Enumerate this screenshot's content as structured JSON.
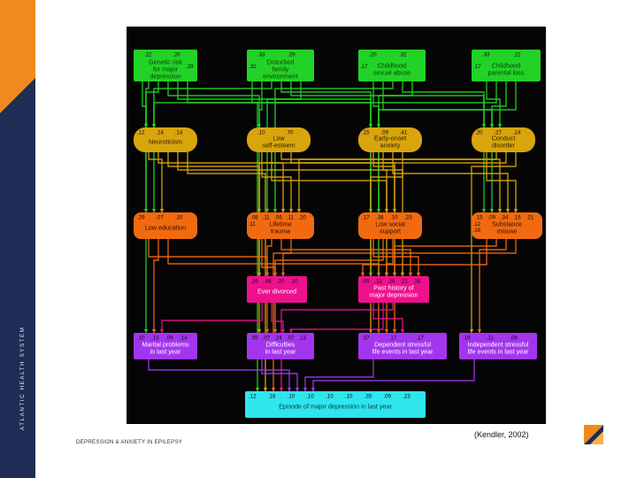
{
  "brand": {
    "vertical_text": "ATLANTIC HEALTH SYSTEM",
    "sidebar_color": "#1f2c55",
    "accent_color": "#f08a1c",
    "logo_icon": "atlantic-health-logo-icon"
  },
  "footer": {
    "title": "DEPRESSION & ANXIETY IN EPILEPSY",
    "citation": "(Kendler, 2002)"
  },
  "diagram": {
    "background": "#050505",
    "colors": {
      "green": "#22d226",
      "gold": "#d9a50c",
      "orange": "#f26a10",
      "magenta": "#ee108c",
      "purple": "#a335ee",
      "cyan": "#2fe5ee"
    },
    "nodes": [
      {
        "id": "genetic",
        "group": "green",
        "label": [
          "Genetic risk",
          "for major",
          "depression"
        ],
        "coefs": [
          ".22",
          ".20",
          ".29"
        ]
      },
      {
        "id": "family",
        "group": "green",
        "label": [
          "Disturbed",
          "family",
          "environment"
        ],
        "coefs": [
          ".33",
          ".29",
          ".32"
        ]
      },
      {
        "id": "sexual",
        "group": "green",
        "label": [
          "Childhood",
          "sexual abuse"
        ],
        "coefs": [
          ".20",
          ".32",
          ".17"
        ]
      },
      {
        "id": "parental",
        "group": "green",
        "label": [
          "Childhood",
          "parental loss"
        ],
        "coefs": [
          ".33",
          ".22",
          ".17"
        ]
      },
      {
        "id": "neuroticism",
        "group": "gold",
        "label": [
          "Neuroticism"
        ],
        "coefs": [
          ".12",
          ".24",
          ".14"
        ]
      },
      {
        "id": "selfesteem",
        "group": "gold",
        "label": [
          "Low",
          "self-esteem"
        ],
        "coefs": [
          ".10",
          ".70"
        ]
      },
      {
        "id": "anxiety",
        "group": "gold",
        "label": [
          "Early-onset",
          "anxiety"
        ],
        "coefs": [
          ".15",
          ".09",
          ".41"
        ]
      },
      {
        "id": "conduct",
        "group": "gold",
        "label": [
          "Conduct",
          "disorder"
        ],
        "coefs": [
          ".20",
          ".27",
          ".14"
        ]
      },
      {
        "id": "education",
        "group": "orange",
        "label": [
          "Low education"
        ],
        "coefs": [
          ".29",
          ".07",
          ".10"
        ]
      },
      {
        "id": "trauma",
        "group": "orange",
        "label": [
          "Lifetime",
          "trauma"
        ],
        "coefs": [
          ".08",
          ".11",
          ".06",
          ".11",
          ".20",
          ".11"
        ]
      },
      {
        "id": "social",
        "group": "orange",
        "label": [
          "Low social",
          "support"
        ],
        "coefs": [
          ".17",
          ".38",
          ".10",
          ".23"
        ]
      },
      {
        "id": "substance",
        "group": "orange",
        "label": [
          "Substance",
          "misuse"
        ],
        "coefs": [
          ".15",
          ".09",
          ".34",
          ".16",
          ".21",
          ".12",
          ".16"
        ]
      },
      {
        "id": "divorced",
        "group": "magenta",
        "label": [
          "Ever divorced"
        ],
        "coefs": [
          ".16",
          ".08",
          ".20",
          ".10"
        ]
      },
      {
        "id": "pastmd",
        "group": "magenta",
        "label": [
          "Past history of",
          "major depression"
        ],
        "coefs": [
          ".09",
          ".13",
          ".26",
          ".21",
          ".16"
        ]
      },
      {
        "id": "marital",
        "group": "purple",
        "label": [
          "Marital problems",
          "in last year"
        ],
        "coefs": [
          ".10",
          ".13",
          ".09",
          ".14"
        ]
      },
      {
        "id": "difficulties",
        "group": "purple",
        "label": [
          "Difficulties",
          "in last year"
        ],
        "coefs": [
          ".05",
          ".07",
          ".24",
          ".07",
          ".13"
        ]
      },
      {
        "id": "dependent",
        "group": "purple",
        "label": [
          "Dependent stressful",
          "life events in last year"
        ],
        "coefs": [
          ".07",
          ".17",
          ".17"
        ]
      },
      {
        "id": "independent",
        "group": "purple",
        "label": [
          "Independent stressful",
          "life events in last year"
        ],
        "coefs": [
          ".19",
          ".11",
          ".06"
        ]
      },
      {
        "id": "episode",
        "group": "cyan",
        "label": [
          "Episode of major depression in last year"
        ],
        "coefs": [
          ".12",
          ".16",
          ".10",
          ".10",
          ".10",
          ".10",
          ".35",
          ".09",
          ".23"
        ]
      }
    ]
  }
}
